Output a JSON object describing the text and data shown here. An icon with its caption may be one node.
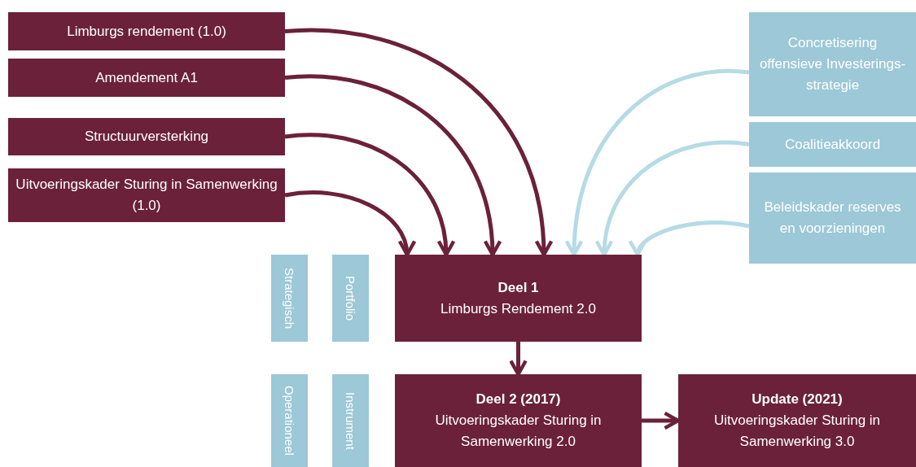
{
  "diagram": {
    "nodes": [
      {
        "text": [
          "Limburgs rendement (1.0)"
        ]
      },
      {
        "text": [
          "Amendement A1"
        ]
      },
      {
        "text": [
          "Structuurversterking"
        ]
      },
      {
        "text": [
          "Uitvoeringskader Sturing in Samenwerking (1.0)"
        ]
      },
      {
        "text": [
          "Concretisering offensieve Investerings- strategie"
        ]
      },
      {
        "text": [
          "Coalitieakkoord"
        ]
      },
      {
        "text": [
          "Beleidskader reserves en voorzieningen"
        ]
      },
      {
        "text": [
          "Strategisch"
        ]
      },
      {
        "text": [
          "Portfolio"
        ]
      },
      {
        "text": [
          "Deel 1",
          "Limburgs Rendement 2.0"
        ]
      },
      {
        "text": [
          "Operationeel"
        ]
      },
      {
        "text": [
          "Instrument"
        ]
      },
      {
        "text": [
          "Deel 2 (2017)",
          "Uitvoeringskader Sturing in Samenwerking 2.0"
        ]
      },
      {
        "text": [
          "Update (2021)",
          "Uitvoeringskader Sturing in Samenwerking 3.0"
        ]
      }
    ],
    "edges": [
      {
        "from": 0,
        "to": 9,
        "arrow": "to"
      },
      {
        "from": 1,
        "to": 9,
        "arrow": "to"
      },
      {
        "from": 2,
        "to": 9,
        "arrow": "to"
      },
      {
        "from": 3,
        "to": 9,
        "arrow": "to"
      },
      {
        "from": 4,
        "to": 9,
        "arrow": "to",
        "color": "#b5dbe5"
      },
      {
        "from": 5,
        "to": 9,
        "arrow": "to",
        "color": "#b5dbe5"
      },
      {
        "from": 6,
        "to": 9,
        "arrow": "to",
        "color": "#b5dbe5"
      },
      {
        "from": 9,
        "to": 12,
        "arrow": "to"
      },
      {
        "from": 12,
        "to": 13,
        "arrow": "to"
      }
    ]
  }
}
